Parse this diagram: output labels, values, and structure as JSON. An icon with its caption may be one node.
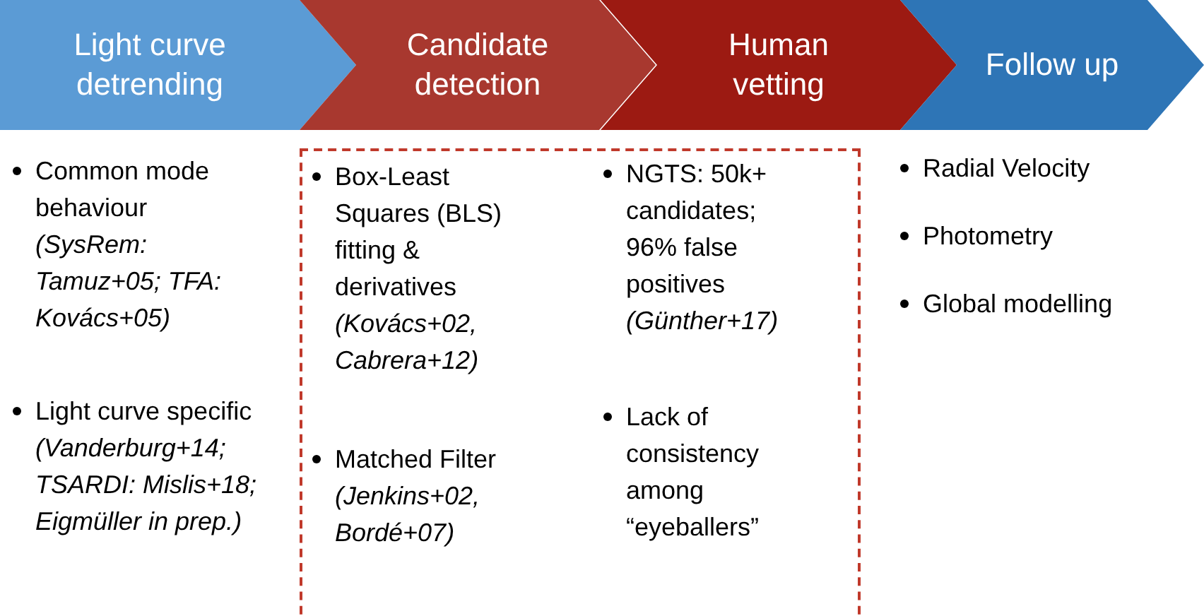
{
  "diagram": {
    "nodes": [
      {
        "text": [
          "Light curve detrending"
        ]
      },
      {
        "text": [
          "Candidate detection"
        ]
      },
      {
        "text": [
          "Human vetting"
        ]
      },
      {
        "text": [
          "Follow up"
        ]
      },
      {
        "text": [],
        "shape": "box"
      }
    ],
    "labels": [
      "Common mode behaviour *(SysRem: Tamuz+05; TFA: Kovács+05)*",
      "Light curve specific *(Vanderburg+14; TSARDI: Mislis+18; Eigmüller in prep.)*",
      "Box-Least Squares (BLS) fitting & derivatives *(Kovács+02, Cabrera+12)*",
      "Matched Filter *(Jenkins+02, Bordé+07)*",
      "NGTS: 50k+ candidates; 96% false positives *(Günther+17)*",
      "Lack of consistency among “eyeballers”",
      "Radial Velocity",
      "Photometry",
      "Global modelling"
    ]
  }
}
